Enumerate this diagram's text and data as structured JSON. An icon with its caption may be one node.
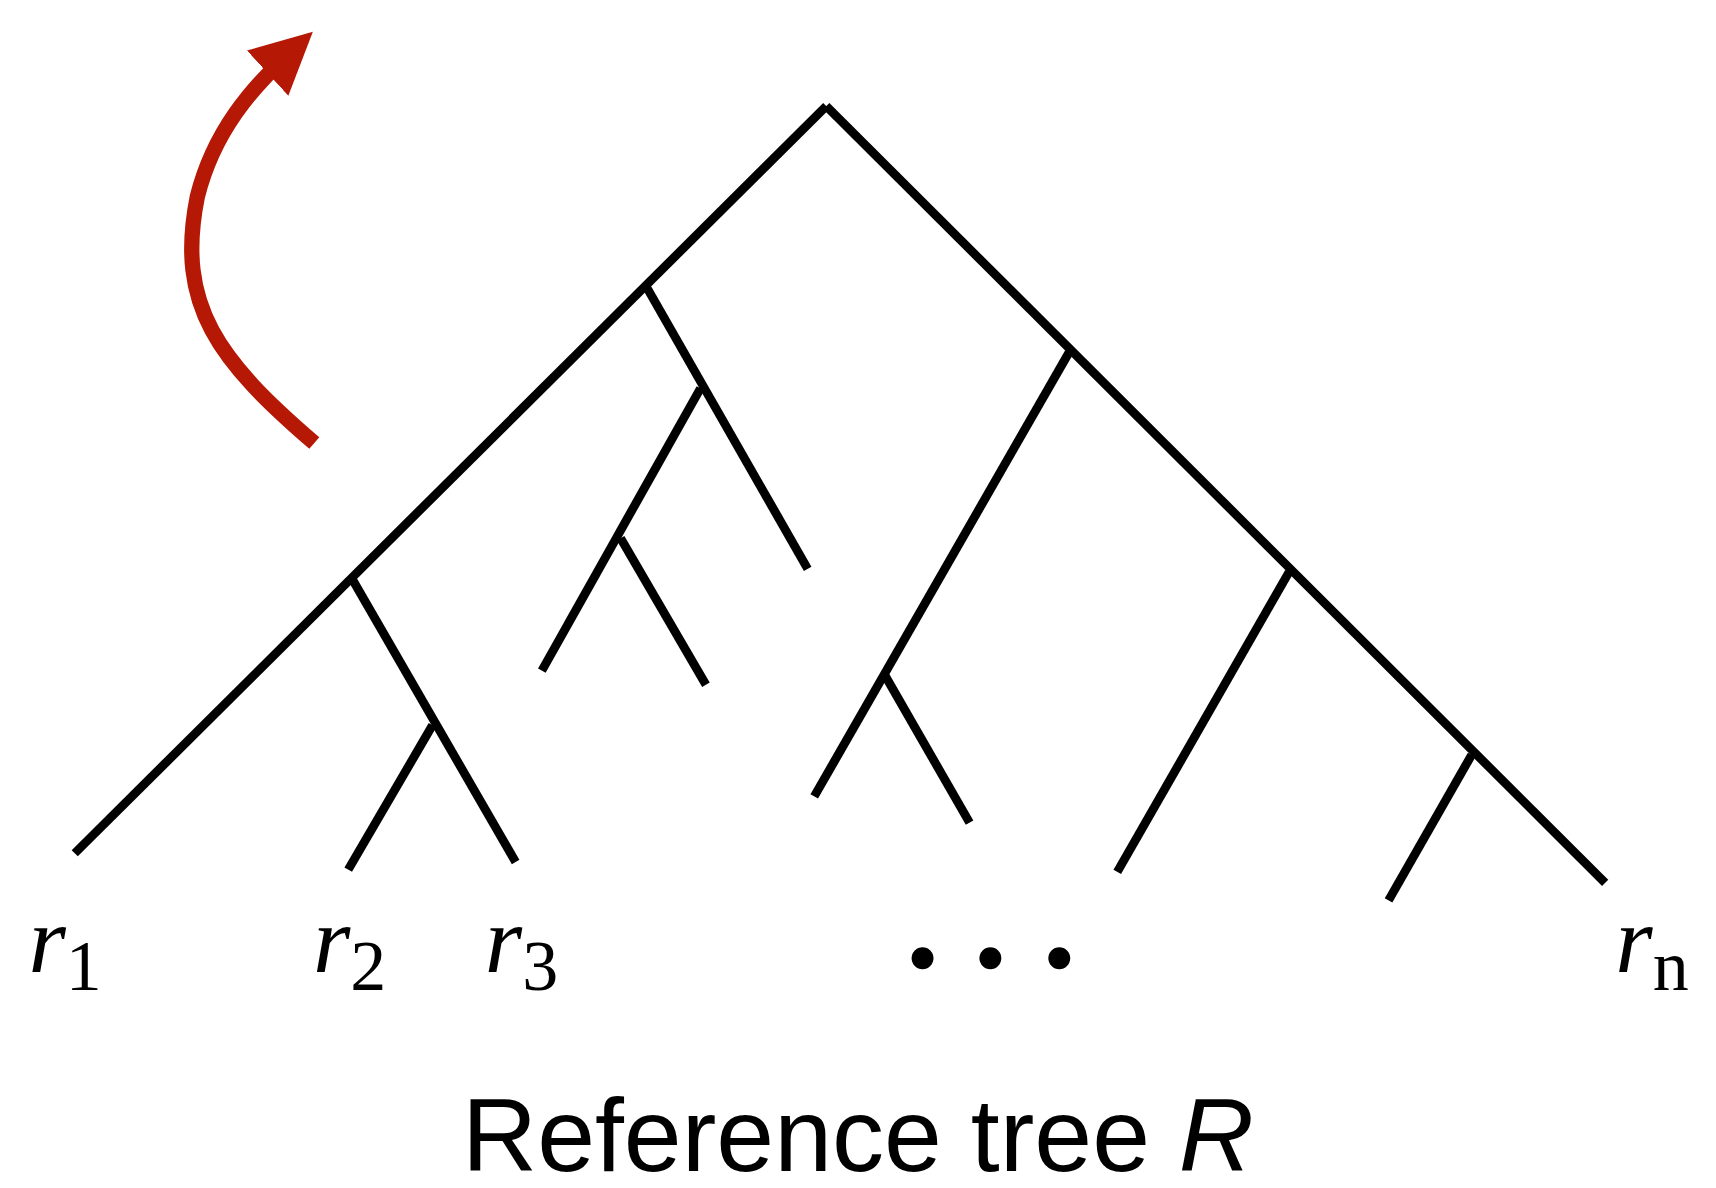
{
  "diagram": {
    "caption": "Reference tree *R*",
    "labels": [
      "*r*$_{1}$",
      "*r*$_{2}$",
      "*r*$_{3}$",
      "*r*$_{n}$"
    ]
  }
}
